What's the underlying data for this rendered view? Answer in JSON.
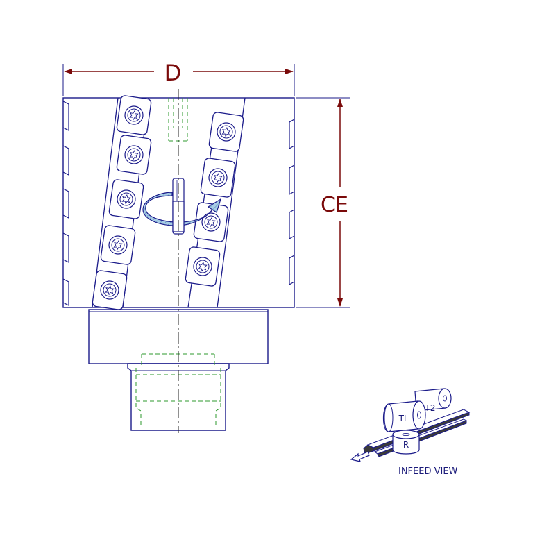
{
  "labels": {
    "diameter": "D",
    "cutting_edge": "CE",
    "roller_t1": "TI",
    "roller_t2": "T2",
    "roller_r": "R",
    "infeed_caption": "INFEED VIEW"
  },
  "colors": {
    "outline": "#1b1b8a",
    "dimension": "#7a0a0a",
    "hidden": "#2e9a2e",
    "rotation_fill": "#7fb4d8",
    "centerline": "#222222"
  },
  "icons": {
    "rotation": "rotation-arrow-icon",
    "insert": "torx-screw-icon",
    "infeed": "infeed-arrow-icon"
  }
}
